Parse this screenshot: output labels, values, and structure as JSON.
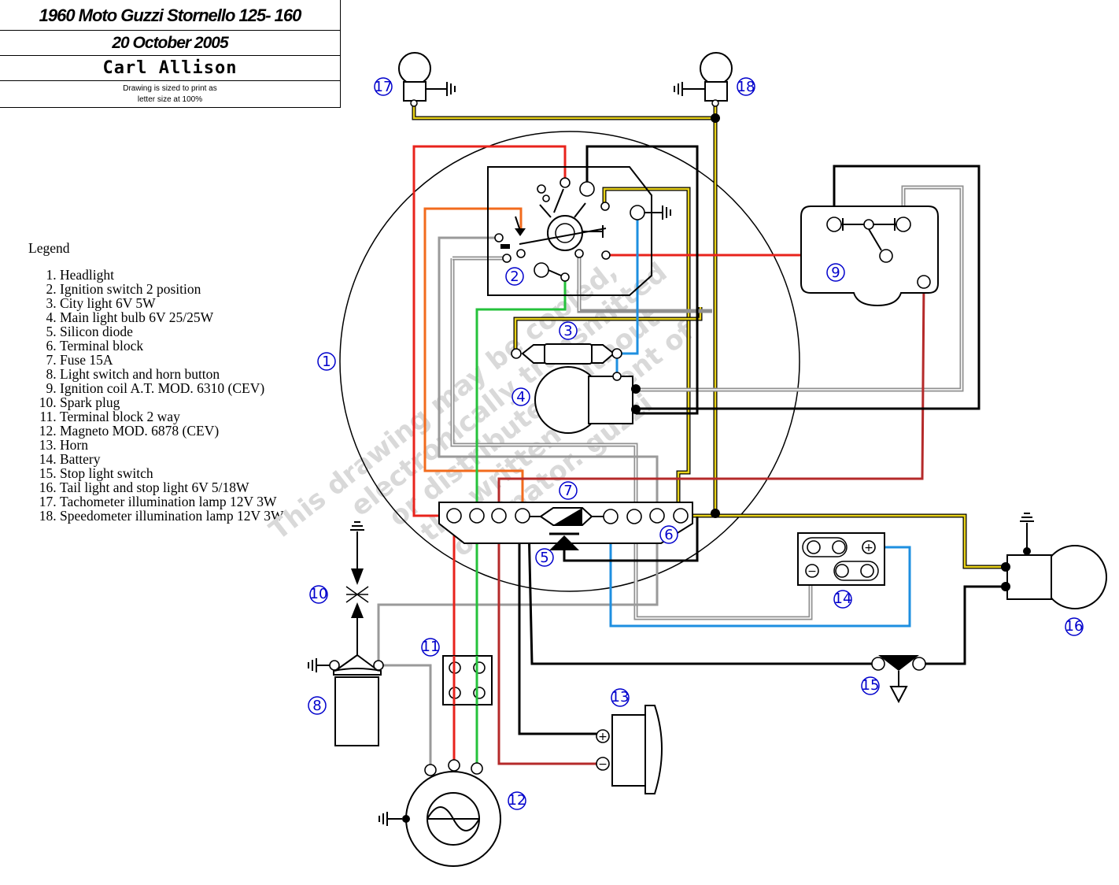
{
  "title_block": {
    "title": "1960 Moto Guzzi Stornello 125- 160",
    "date": "20 October 2005",
    "author": "Carl Allison",
    "note_line1": "Drawing is sized to print as",
    "note_line2": "letter size at 100%"
  },
  "legend": {
    "title": "Legend",
    "items": [
      "Headlight",
      "Ignition switch 2 position",
      "City light 6V 5W",
      "Main light bulb 6V 25/25W",
      "Silicon diode",
      "Terminal block",
      "Fuse 15A",
      "Light switch and horn button",
      "Ignition coil A.T. MOD. 6310 (CEV)",
      "Spark plug",
      "Terminal block 2 way",
      "Magneto MOD. 6878 (CEV)",
      "Horn",
      "Battery",
      "Stop light switch",
      "Tail light and stop light 6V 5/18W",
      "Tachometer illumination lamp 12V 3W",
      "Speedometer illumination lamp 12V 3W"
    ]
  },
  "labels": {
    "n1": "1",
    "n2": "2",
    "n3": "3",
    "n4": "4",
    "n5": "5",
    "n6": "6",
    "n7": "7",
    "n8": "8",
    "n9": "9",
    "n10": "10",
    "n11": "11",
    "n12": "12",
    "n13": "13",
    "n14": "14",
    "n15": "15",
    "n16": "16",
    "n17": "17",
    "n18": "18"
  },
  "watermark": {
    "line1": "This drawing may be copied,",
    "line2": "electronically transmitted",
    "line3": "or distributed without",
    "line4": "the written consent of",
    "line5": "originator. guzzi"
  },
  "symbols": {
    "plus": "+",
    "minus": "−"
  },
  "wire_colors": {
    "red": "#e8231c",
    "orange": "#f26b1d",
    "green": "#25c23b",
    "blue": "#1e8fe0",
    "yellow": "#e8d21a",
    "brown": "#b52a2a",
    "gray": "#909090",
    "black": "#000000"
  }
}
